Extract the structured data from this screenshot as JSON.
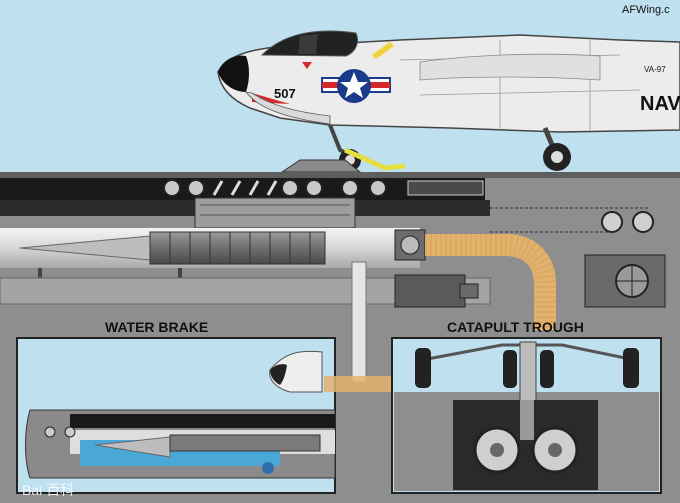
{
  "header": {
    "source_credit": "AFWing.c"
  },
  "aircraft": {
    "nose_number": "507",
    "tail_code": "VA-97",
    "fuselage_text": "NAV"
  },
  "panels": {
    "left": {
      "title": "WATER BRAKE"
    },
    "right": {
      "title": "CATAPULT TROUGH"
    }
  },
  "watermark": {
    "text": "Bai 百科"
  },
  "colors": {
    "sky": "#bfe0ef",
    "deck_gray": "#8e8e8e",
    "piston_tan": "#e3b36e",
    "water_blue": "#4aa8d8",
    "insignia_blue": "#1a3a8a",
    "insignia_red": "#d42a2a"
  }
}
